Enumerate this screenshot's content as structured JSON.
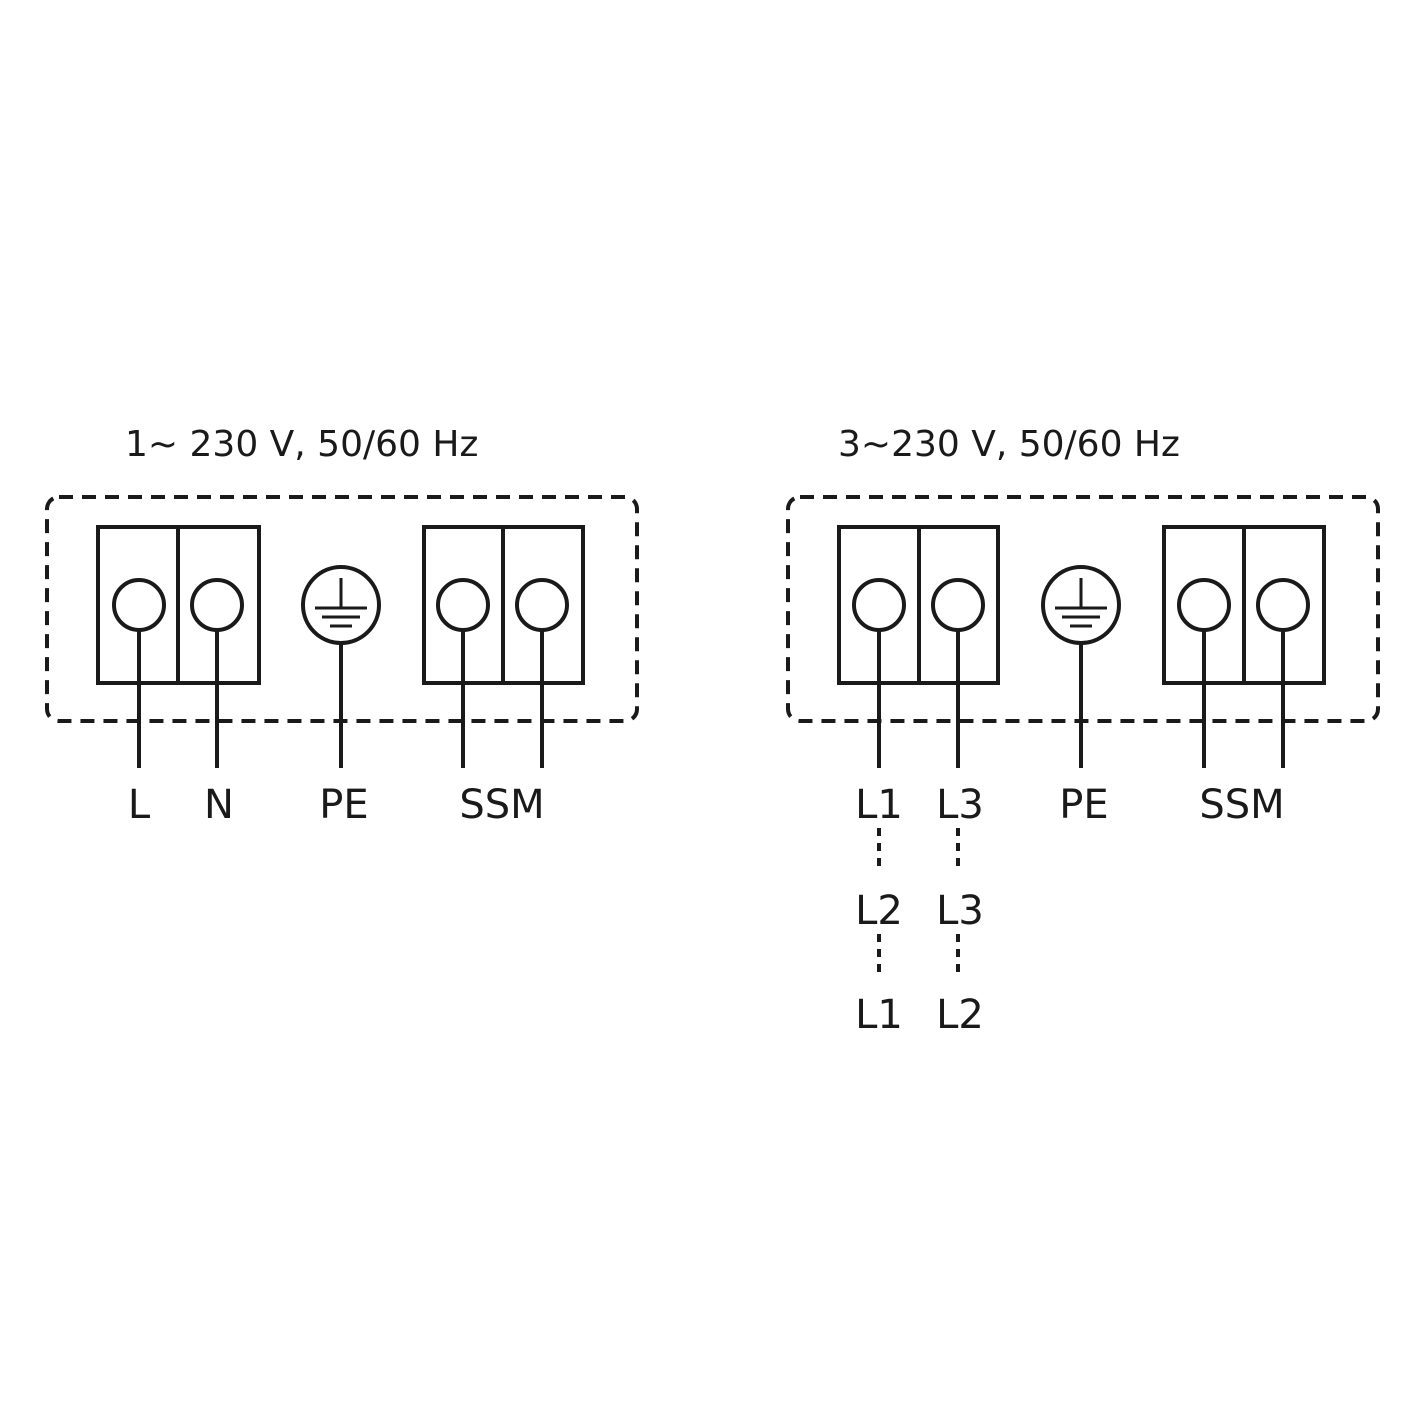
{
  "colors": {
    "stroke": "#1a1a1a",
    "background": "#ffffff"
  },
  "icons": [
    "ground-icon"
  ],
  "left_diagram": {
    "title": "1~ 230 V, 50/60 Hz",
    "labels": {
      "l": "L",
      "n": "N",
      "pe": "PE",
      "ssm": "SSM"
    }
  },
  "right_diagram": {
    "title": "3~230 V, 50/60 Hz",
    "labels": {
      "pe": "PE",
      "ssm": "SSM"
    },
    "phase_combinations": [
      {
        "a": "L1",
        "b": "L3"
      },
      {
        "a": "L2",
        "b": "L3"
      },
      {
        "a": "L1",
        "b": "L2"
      }
    ]
  }
}
